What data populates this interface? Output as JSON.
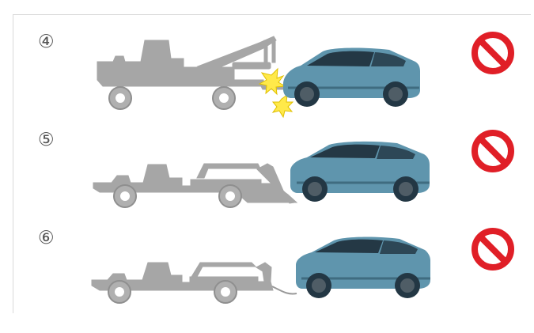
{
  "steps": [
    {
      "number": "④"
    },
    {
      "number": "⑤"
    },
    {
      "number": "⑥"
    }
  ],
  "colors": {
    "truck": "#a6a6a6",
    "car": "#5f95ad",
    "car_dark": "#344f5d",
    "sign_red": "#e01f27",
    "spark": "#ffe94a"
  }
}
